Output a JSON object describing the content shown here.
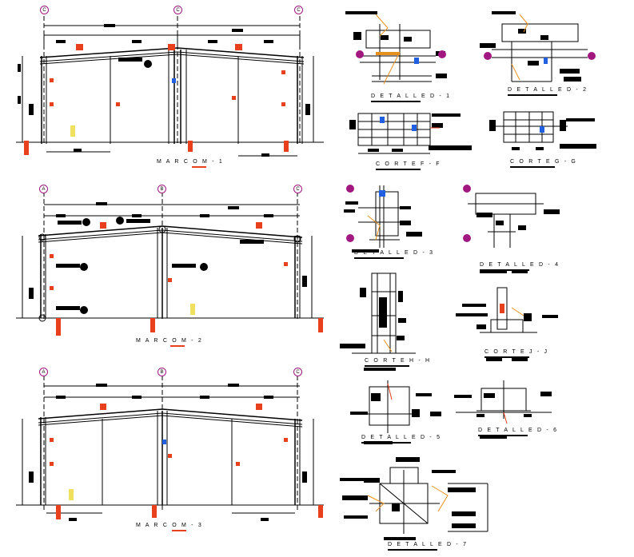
{
  "frames": [
    {
      "title": "M A R C O  M - 1",
      "gridlines": [
        "C",
        "C",
        "C"
      ]
    },
    {
      "title": "M A R C O  M - 2",
      "gridlines": [
        "A",
        "B",
        "C"
      ]
    },
    {
      "title": "M A R C O  M - 3",
      "gridlines": [
        "A",
        "B",
        "C"
      ]
    }
  ],
  "details": {
    "d1": "D E T A L L E  D - 1",
    "d2": "D E T A L L E  D - 2",
    "cff": "C O R T E  F - F",
    "cgg": "C O R T E  G - G",
    "d3": "D E T A L L E  D - 3",
    "d4": "D E T A L L E  D - 4",
    "chh": "C O R T E  H - H",
    "cjj": "C O R T E  J - J",
    "d5": "D E T A L L E  D - 5",
    "d6": "D E T A L L E  D - 6",
    "d7": "D E T A L L E  D - 7"
  },
  "colors": {
    "line": "#000000",
    "annotation": "#e8401c",
    "leader": "#e8901c",
    "bubble": "#a01880",
    "highlight": "#f0e060",
    "blue": "#2060e0"
  }
}
